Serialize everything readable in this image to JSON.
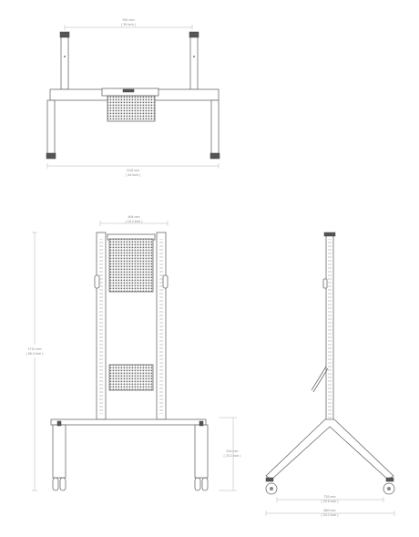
{
  "top_view": {
    "width_top_mm": "991 mm",
    "width_top_in": "( 39 inch )",
    "width_bottom_mm": "1118 mm",
    "width_bottom_in": "( 44 inch )"
  },
  "front_view": {
    "panel_width_mm": "464 mm",
    "panel_width_in": "( 18.2 inch )",
    "height_mm": "1710 mm",
    "height_in": "( 68.3 inch )",
    "base_height_mm": "514 mm",
    "base_height_in": "( 20.2 inch )"
  },
  "side_view": {
    "width_inner_mm": "753 mm",
    "width_inner_in": "( 29.6 inch )",
    "width_outer_mm": "869 mm",
    "width_outer_in": "( 34.2 inch )"
  },
  "colors": {
    "line": "#6d6d6d",
    "dimension": "#b5b5b5",
    "text": "#8a8a8a"
  }
}
